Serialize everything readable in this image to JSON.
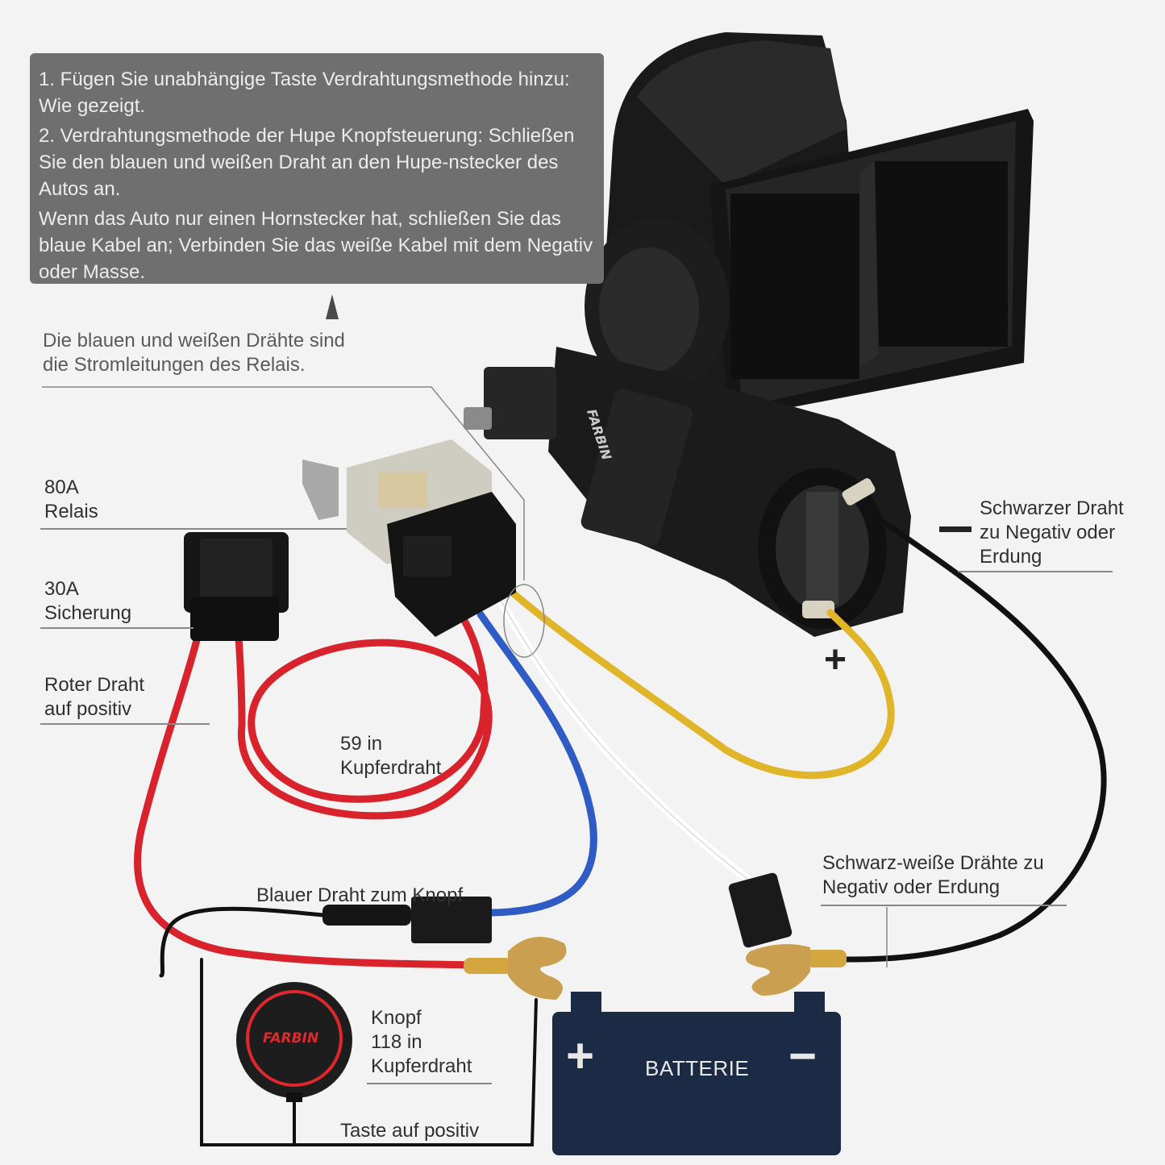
{
  "info_box": {
    "line1": "1. Fügen Sie unabhängige Taste Verdrahtungsmethode hinzu: Wie gezeigt.",
    "line2": "2. Verdrahtungsmethode der Hupe Knopfsteuerung: Schließen Sie den blauen und weißen Draht an den Hupe-nstecker des Autos an.",
    "line3": "Wenn das Auto nur einen Hornstecker hat, schließen Sie das blaue Kabel an; Verbinden Sie das weiße Kabel mit dem Negativ oder Masse."
  },
  "labels": {
    "power_lines": "Die blauen und weißen Drähte sind\ndie Stromleitungen des Relais.",
    "relay": "80A\nRelais",
    "fuse": "30A\nSicherung",
    "red_wire": "Roter Draht\nauf positiv",
    "copper_59": "59 in\nKupferdraht",
    "blue_wire": "Blauer Draht zum Knopf",
    "button": "Knopf\n118 in\nKupferdraht",
    "button_positive": "Taste auf positiv",
    "black_wire": "Schwarzer Draht\nzu Negativ oder\nErdung",
    "black_white": "Schwarz-weiße Drähte zu\nNegativ oder Erdung",
    "horn_plus": "+",
    "black_minus": "−"
  },
  "battery": {
    "label": "BATTERIE",
    "plus": "+",
    "minus": "−"
  },
  "brand": "FARBIN",
  "colors": {
    "red_wire": "#d8222c",
    "blue_wire": "#2f5bc4",
    "yellow_wire": "#e0b52a",
    "white_wire": "#ffffff",
    "black_wire": "#111111",
    "battery": "#1c2b45",
    "button_ring": "#e0282c"
  }
}
